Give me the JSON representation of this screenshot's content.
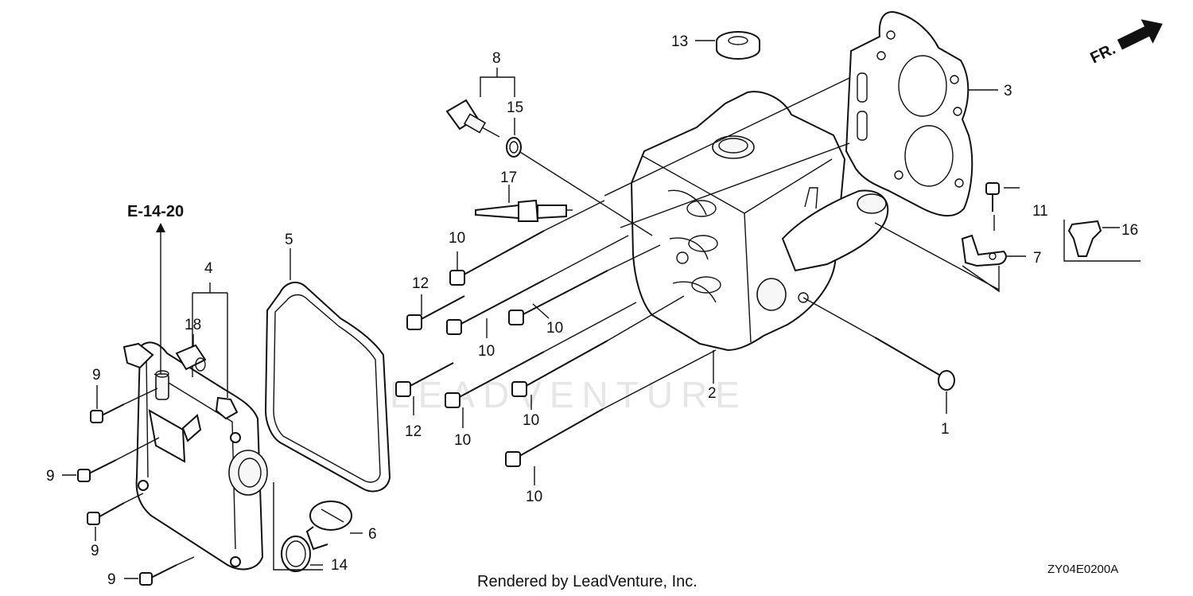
{
  "diagram": {
    "reference_label": "E-14-20",
    "direction_label": "FR.",
    "footer_text": "Rendered by LeadVenture, Inc.",
    "diagram_code": "ZY04E0200A",
    "watermark": "LEADVENTURE",
    "callouts": {
      "c1": "1",
      "c2": "2",
      "c3": "3",
      "c4": "4",
      "c5": "5",
      "c6": "6",
      "c7": "7",
      "c8": "8",
      "c9a": "9",
      "c9b": "9",
      "c9c": "9",
      "c9d": "9",
      "c10a": "10",
      "c10b": "10",
      "c10c": "10",
      "c10d": "10",
      "c10e": "10",
      "c10f": "10",
      "c11": "11",
      "c12a": "12",
      "c12b": "12",
      "c13": "13",
      "c14": "14",
      "c15": "15",
      "c16": "16",
      "c17": "17",
      "c18": "18"
    }
  }
}
